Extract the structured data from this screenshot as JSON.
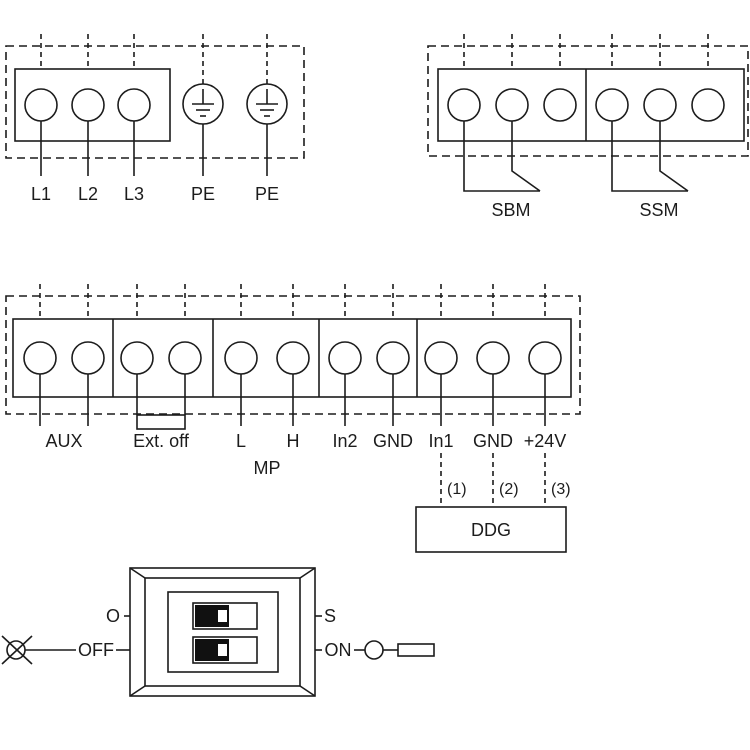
{
  "colors": {
    "ink": "#1c1c1c",
    "background": "#ffffff"
  },
  "mains_block": {
    "phase_labels": [
      "L1",
      "L2",
      "L3"
    ],
    "earth_labels": [
      "PE",
      "PE"
    ]
  },
  "relay_block": {
    "sbm_label": "SBM",
    "ssm_label": "SSM"
  },
  "control_block": {
    "labels": {
      "aux": "AUX",
      "ext_off": "Ext. off",
      "l": "L",
      "h": "H",
      "mp": "MP",
      "in2": "In2",
      "gnd_a": "GND",
      "in1": "In1",
      "gnd_b": "GND",
      "plus24v": "+24V"
    },
    "ddg": {
      "pin_labels": [
        "(1)",
        "(2)",
        "(3)"
      ],
      "label": "DDG"
    }
  },
  "dip_switch_block": {
    "top_left": "O",
    "top_right": "S",
    "bottom_left": "OFF",
    "bottom_right": "ON"
  }
}
